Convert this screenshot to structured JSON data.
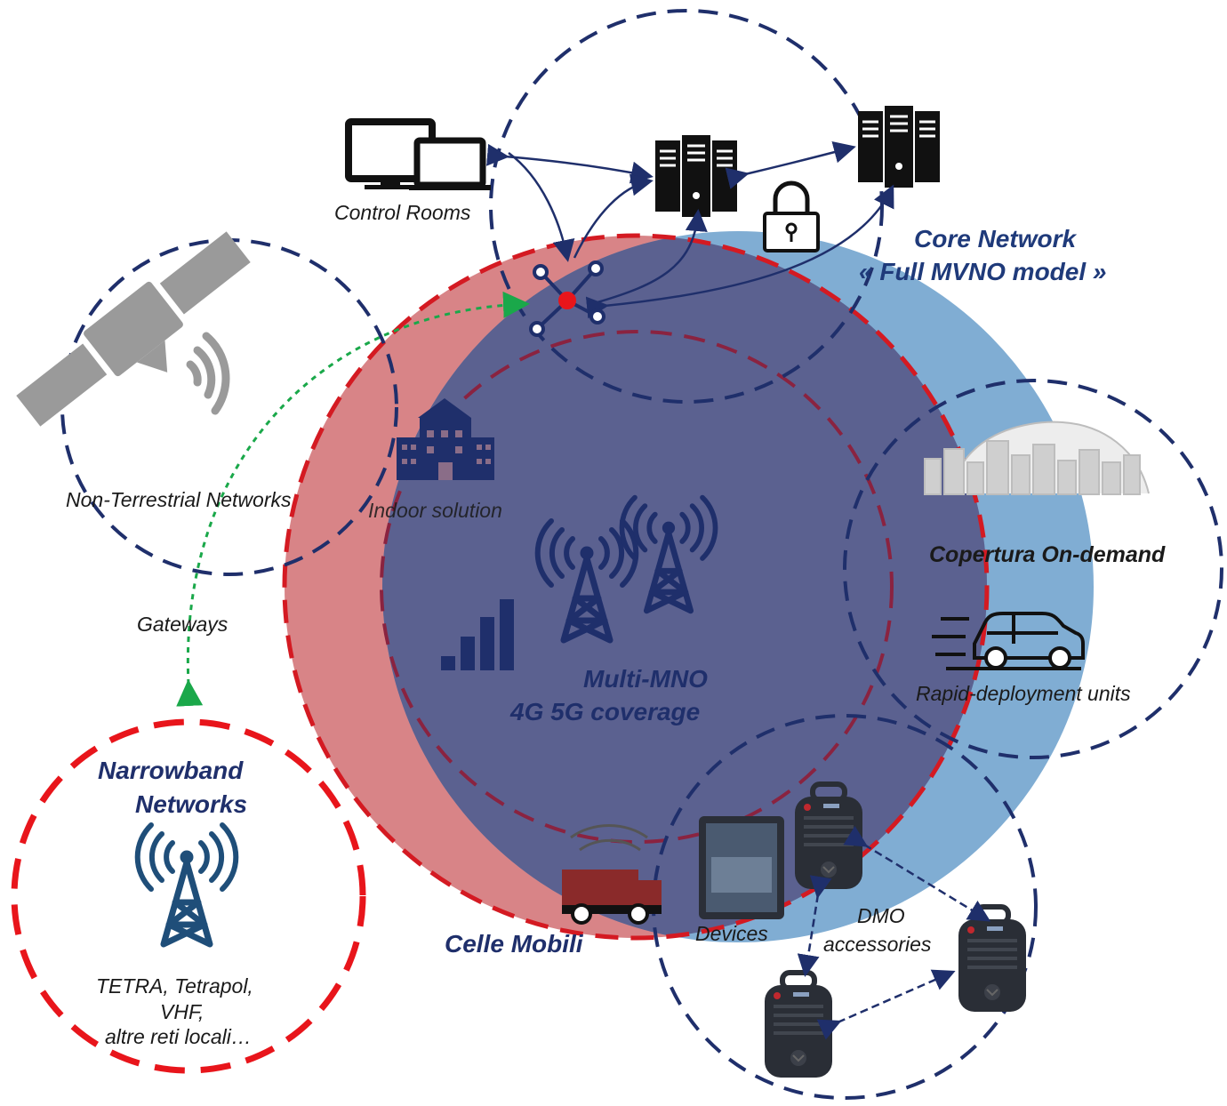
{
  "labels": {
    "control_rooms": "Control Rooms",
    "core_network_line1": "Core Network",
    "core_network_line2": "« Full MVNO model »",
    "non_terrestrial": "Non-Terrestrial Networks",
    "indoor": "Indoor solution",
    "gateways": "Gateways",
    "coverage_line1": "Multi-MNO",
    "coverage_line2": "4G 5G coverage",
    "on_demand": "Copertura On-demand",
    "rapid_deployment": "Rapid-deployment units",
    "narrowband_line1": "Narrowband",
    "narrowband_line2": "Networks",
    "nb_tech_line1": "TETRA, Tetrapol,",
    "nb_tech_line2": "VHF,",
    "nb_tech_line3": "altre reti locali…",
    "celle_mobili": "Celle Mobili",
    "devices": "Devices",
    "dmo_line1": "DMO",
    "dmo_line2": "accessories"
  },
  "icons": {
    "control_rooms": "monitors-icon",
    "server_1": "server-icon",
    "server_2": "server-icon",
    "lock": "lock-icon",
    "hub": "network-hub-icon",
    "satellite": "satellite-icon",
    "building": "building-icon",
    "signal": "signal-bars-icon",
    "tower": "radio-tower-icon",
    "city": "city-skyline-icon",
    "vehicle": "vehicle-icon",
    "truck": "truck-icon",
    "phone": "smartphone-icon",
    "radio": "radio-speaker-mic-icon"
  },
  "colors": {
    "navy": "#1f2f6b",
    "red_circle": "#c0393d",
    "red_dash": "#e8151b",
    "blue_circle": "#4a8ac0",
    "overlap": "#5b6190",
    "green_dash": "#1aa84a",
    "gray_icon": "#9a9a9a"
  }
}
